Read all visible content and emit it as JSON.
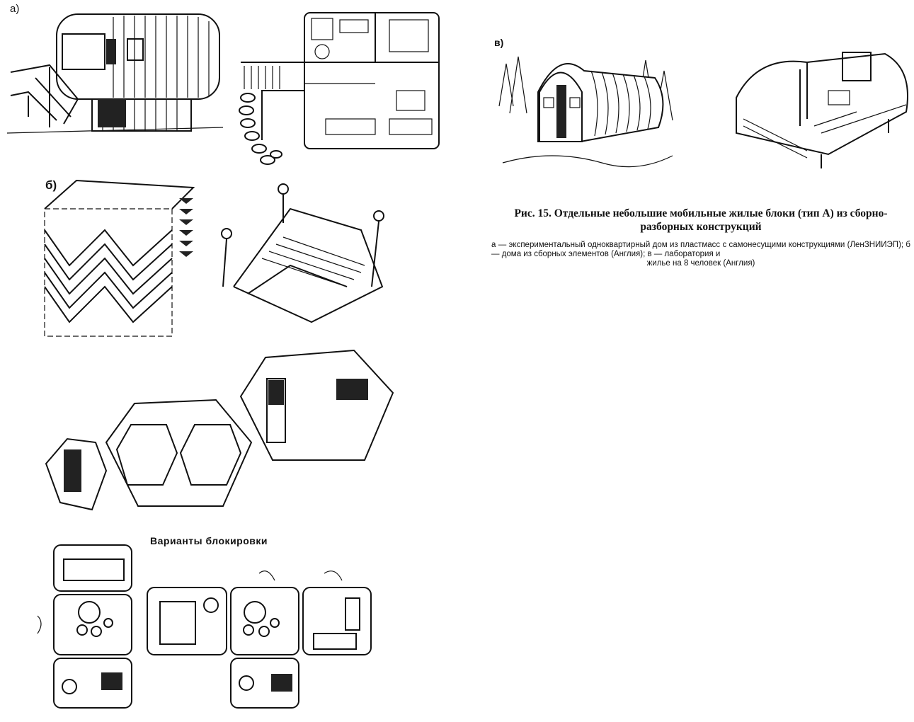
{
  "panels": {
    "a_label": "а)",
    "b_label": "б)",
    "v_label": "в)"
  },
  "subheading": "Варианты блокировки",
  "caption": {
    "title": "Рис. 15. Отдельные небольшие мобильные жилые блоки (тип А) из сборно-разборных конструкций",
    "legend_main": "а — экспериментальный одноквартирный дом из пластмасс с самонесущими конструкциями (ЛенЗНИИЭП); б — дома из сборных элементов (Англия); в — лаборатория и",
    "legend_last": "жилье на 8 человек (Англия)"
  }
}
